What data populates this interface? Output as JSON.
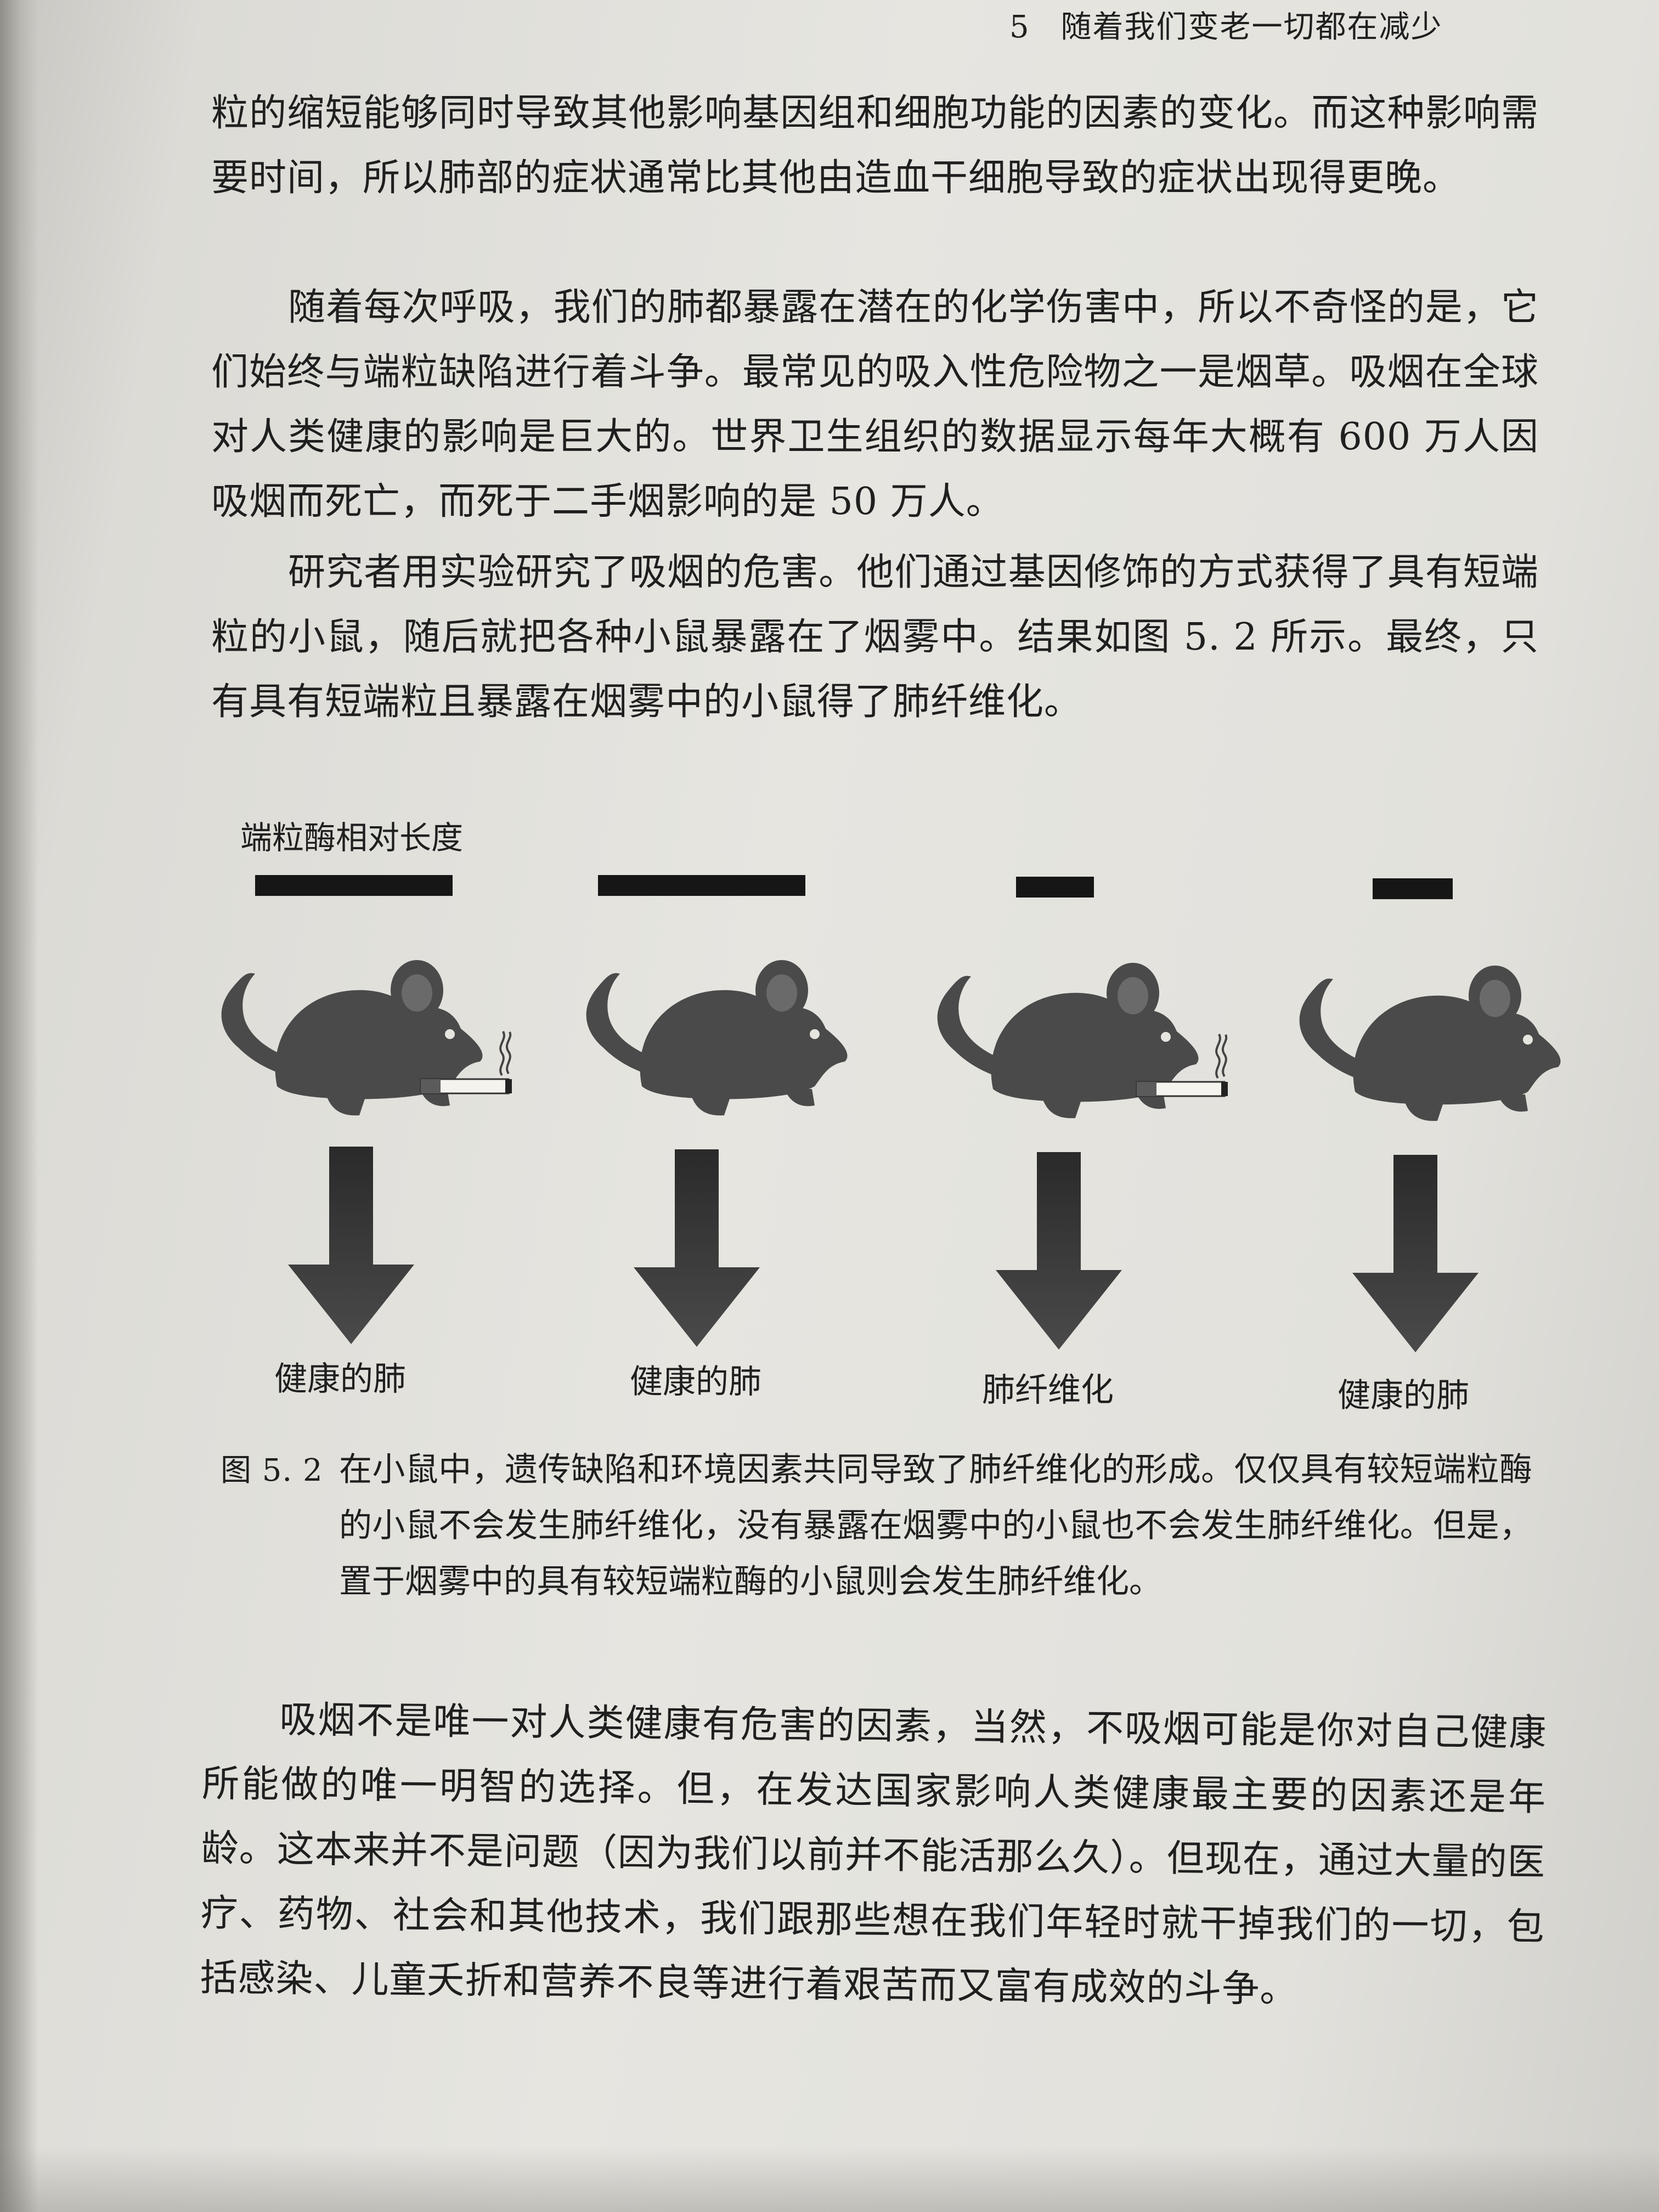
{
  "running_head": {
    "chapter_number": "5",
    "chapter_title": "随着我们变老一切都在减少"
  },
  "paragraphs": [
    "粒的缩短能够同时导致其他影响基因组和细胞功能的因素的变化。而这种影响需要时间，所以肺部的症状通常比其他由造血干细胞导致的症状出现得更晚。",
    "随着每次呼吸，我们的肺都暴露在潜在的化学伤害中，所以不奇怪的是，它们始终与端粒缺陷进行着斗争。最常见的吸入性危险物之一是烟草。吸烟在全球对人类健康的影响是巨大的。世界卫生组织的数据显示每年大概有 600 万人因吸烟而死亡，而死于二手烟影响的是 50 万人。",
    "研究者用实验研究了吸烟的危害。他们通过基因修饰的方式获得了具有短端粒的小鼠，随后就把各种小鼠暴露在了烟雾中。结果如图 5. 2 所示。最终，只有具有短端粒且暴露在烟雾中的小鼠得了肺纤维化。",
    "吸烟不是唯一对人类健康有危害的因素，当然，不吸烟可能是你对自己健康所能做的唯一明智的选择。但，在发达国家影响人类健康最主要的因素还是年龄。这本来并不是问题（因为我们以前并不能活那么久）。但现在，通过大量的医疗、药物、社会和其他技术，我们跟那些想在我们年轻时就干掉我们的一切，包括感染、儿童夭折和营养不良等进行着艰苦而又富有成效的斗争。"
  ],
  "figure": {
    "title": "端粒酶相对长度",
    "groups": [
      {
        "telomere_length": "long",
        "smoke_exposed": true,
        "outcome": "健康的肺"
      },
      {
        "telomere_length": "long",
        "smoke_exposed": false,
        "outcome": "健康的肺"
      },
      {
        "telomere_length": "short",
        "smoke_exposed": true,
        "outcome": "肺纤维化"
      },
      {
        "telomere_length": "short",
        "smoke_exposed": false,
        "outcome": "健康的肺"
      }
    ],
    "icons": [
      "mouse-icon",
      "cigarette-icon",
      "down-arrow-icon"
    ],
    "colors": {
      "mouse": "#4a4a4a",
      "bar": "#161616",
      "arrow_top": "#2a2a2a",
      "arrow_bottom": "#4a4a4a"
    }
  },
  "caption": {
    "label": "图 5. 2",
    "text": "在小鼠中，遗传缺陷和环境因素共同导致了肺纤维化的形成。仅仅具有较短端粒酶的小鼠不会发生肺纤维化，没有暴露在烟雾中的小鼠也不会发生肺纤维化。但是，置于烟雾中的具有较短端粒酶的小鼠则会发生肺纤维化。"
  }
}
